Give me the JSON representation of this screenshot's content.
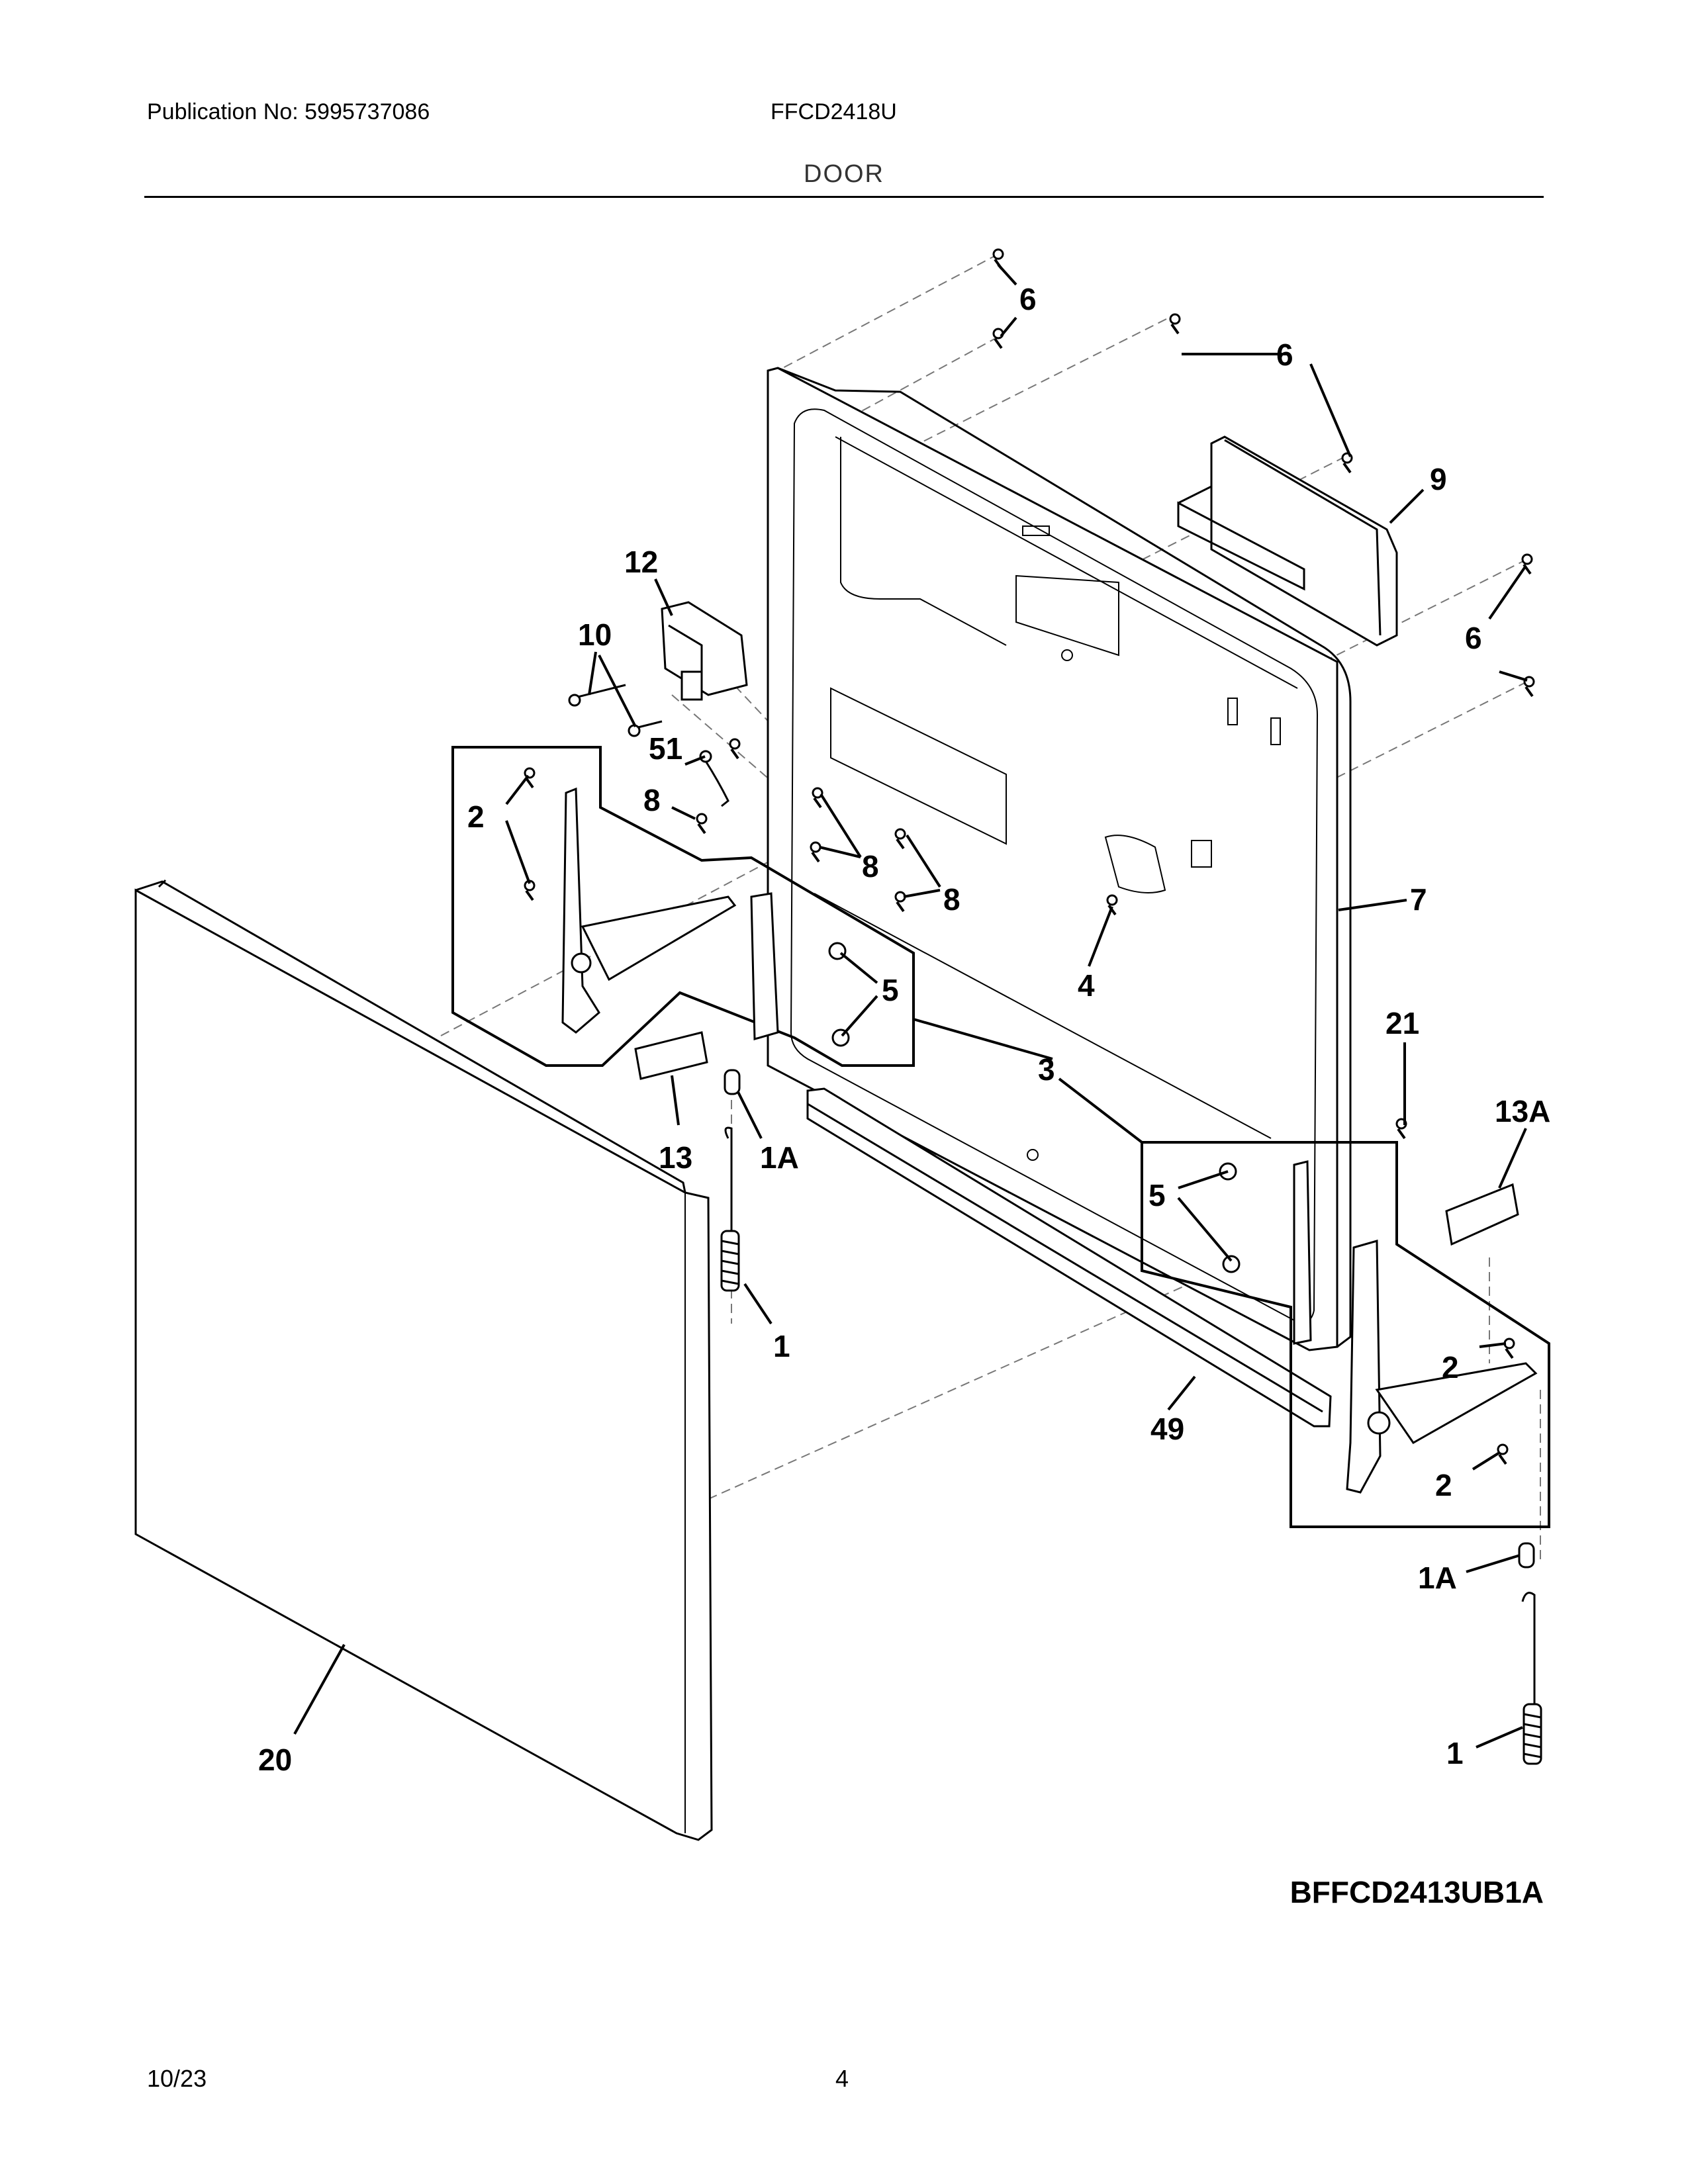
{
  "header": {
    "publication": "Publication No: 5995737086",
    "model": "FFCD2418U",
    "section": "DOOR"
  },
  "diagram": {
    "callouts": {
      "c6a": "6",
      "c6b": "6",
      "c6c": "6",
      "c9": "9",
      "c12": "12",
      "c10": "10",
      "c51": "51",
      "c8a": "8",
      "c8b": "8",
      "c8c": "8",
      "c2a": "2",
      "c2b": "2",
      "c2c": "2",
      "c5a": "5",
      "c5b": "5",
      "c7": "7",
      "c4": "4",
      "c3": "3",
      "c21": "21",
      "c13a": "13A",
      "c13": "13",
      "c1a": "1A",
      "c1a2": "1A",
      "c1": "1",
      "c1b": "1",
      "c49": "49",
      "c20": "20"
    },
    "drawing_code": "BFFCD2413UB1A"
  },
  "footer": {
    "date": "10/23",
    "page": "4"
  }
}
